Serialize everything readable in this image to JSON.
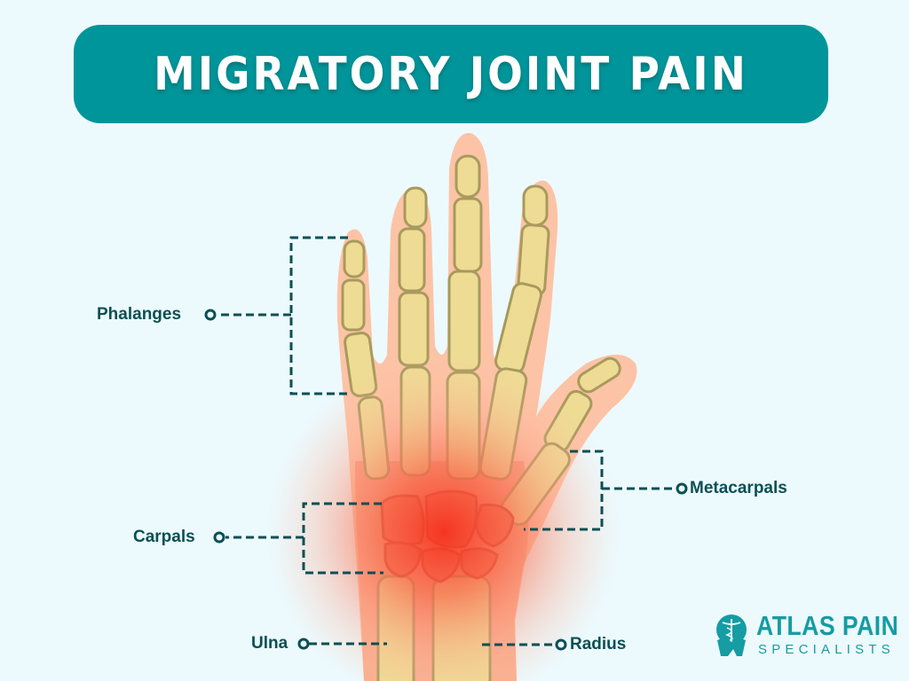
{
  "header": {
    "title": "MIGRATORY JOINT PAIN"
  },
  "labels": {
    "phalanges": "Phalanges",
    "metacarpals": "Metacarpals",
    "carpals": "Carpals",
    "ulna": "Ulna",
    "radius": "Radius"
  },
  "logo": {
    "name": "ATLAS PAIN",
    "tagline": "SPECIALISTS",
    "icon": "atlas-caduceus-icon"
  },
  "colors": {
    "background": "#ECFAFE",
    "banner": "#00959A",
    "banner_text": "#FFFFFF",
    "label_text": "#0B4F55",
    "leader_line": "#0B4F55",
    "skin": "#FDC3A6",
    "bone": "#EEDC94",
    "bone_shadow": "#A89A5C",
    "pain_highlight": "#F5321E",
    "logo": "#169CA3"
  }
}
